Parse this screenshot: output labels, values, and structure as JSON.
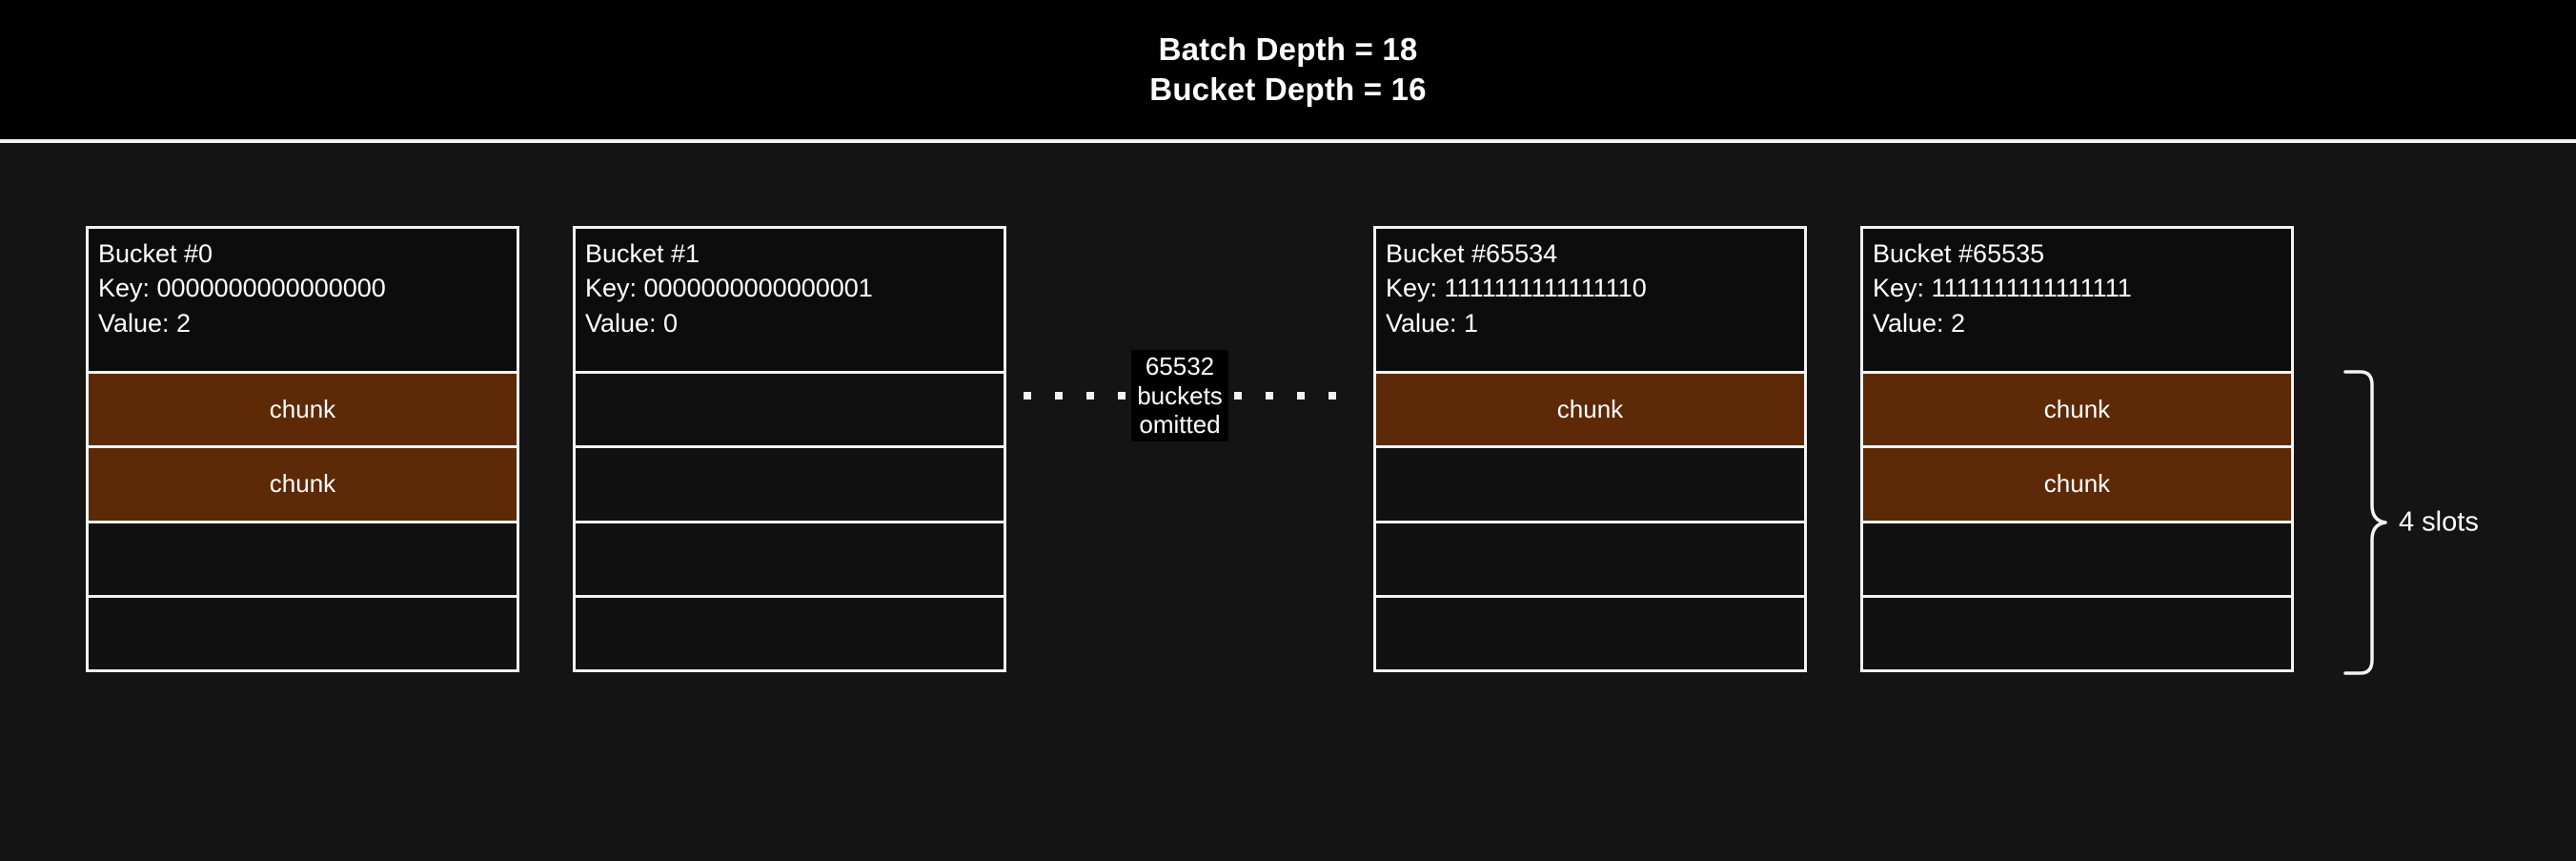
{
  "header": {
    "batch_depth_line": "Batch Depth = 18",
    "bucket_depth_line": "Bucket Depth = 16"
  },
  "colors": {
    "background": "#141414",
    "header_background": "#000000",
    "border": "#f2f2f2",
    "chunk_fill": "#5d2906",
    "empty_slot": "#111111",
    "text": "#ffffff"
  },
  "buckets": [
    {
      "title": "Bucket #0",
      "key_line": "Key: 0000000000000000",
      "value_line": "Value: 2",
      "slots": [
        {
          "label": "chunk",
          "filled": true
        },
        {
          "label": "chunk",
          "filled": true
        },
        {
          "label": "",
          "filled": false
        },
        {
          "label": "",
          "filled": false
        }
      ]
    },
    {
      "title": "Bucket #1",
      "key_line": "Key: 0000000000000001",
      "value_line": "Value: 0",
      "slots": [
        {
          "label": "",
          "filled": false
        },
        {
          "label": "",
          "filled": false
        },
        {
          "label": "",
          "filled": false
        },
        {
          "label": "",
          "filled": false
        }
      ]
    },
    {
      "title": "Bucket #65534",
      "key_line": "Key: 1111111111111110",
      "value_line": "Value: 1",
      "slots": [
        {
          "label": "chunk",
          "filled": true
        },
        {
          "label": "",
          "filled": false
        },
        {
          "label": "",
          "filled": false
        },
        {
          "label": "",
          "filled": false
        }
      ]
    },
    {
      "title": "Bucket #65535",
      "key_line": "Key: 1111111111111111",
      "value_line": "Value: 2",
      "slots": [
        {
          "label": "chunk",
          "filled": true
        },
        {
          "label": "chunk",
          "filled": true
        },
        {
          "label": "",
          "filled": false
        },
        {
          "label": "",
          "filled": false
        }
      ]
    }
  ],
  "omission": {
    "count_line": "65532",
    "unit_line": "buckets",
    "state_line": "omitted",
    "dot_count_left": 4,
    "dot_count_right": 4
  },
  "annotation": {
    "slots_label": "4 slots"
  }
}
